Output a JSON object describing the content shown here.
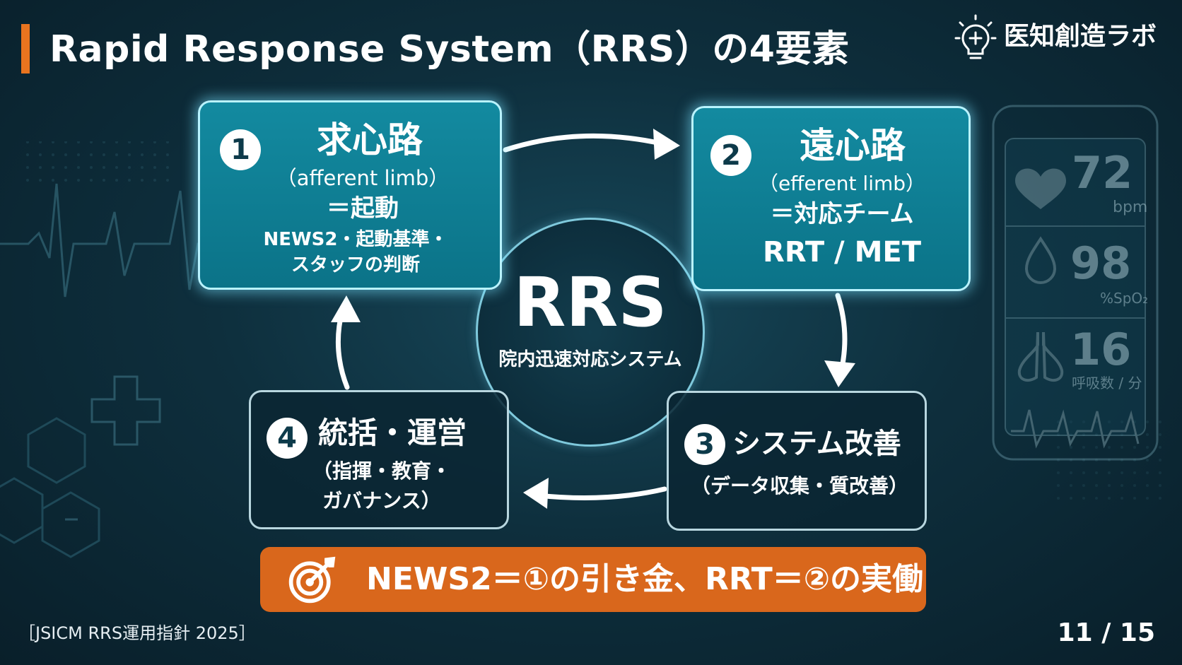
{
  "title": "Rapid Response System（RRS）の4要素",
  "brand": {
    "name": "医知創造ラボ",
    "icon": "lightbulb-cross-icon"
  },
  "center": {
    "abbr": "RRS",
    "label": "院内迅速対応システム"
  },
  "elements": [
    {
      "num": "1",
      "heading": "求心路",
      "sub": "（afferent limb）",
      "eq": "＝起動",
      "detail1": "NEWS2・起動基準・",
      "detail2": "スタッフの判断"
    },
    {
      "num": "2",
      "heading": "遠心路",
      "sub": "（efferent limb）",
      "eq": "＝対応チーム",
      "detail1": "RRT / MET"
    },
    {
      "num": "3",
      "heading": "システム改善",
      "sub": "（データ収集・質改善）"
    },
    {
      "num": "4",
      "heading": "統括・運営",
      "sub1": "（指揮・教育・",
      "sub2": "ガバナンス）"
    }
  ],
  "banner": {
    "icon": "target-icon",
    "text": "NEWS2＝①の引き金、RRT＝②の実働"
  },
  "monitor": {
    "hr_value": "72",
    "hr_unit": "bpm",
    "spo2_value": "98",
    "spo2_unit": "%SpO₂",
    "rr_value": "16",
    "rr_unit": "呼吸数 / 分"
  },
  "footer": {
    "source": "［JSICM RRS運用指針 2025］",
    "page": "11 / 15"
  },
  "colors": {
    "accent": "#e8741f",
    "banner": "#d9671c",
    "box_highlight": "#0f8098",
    "background": "#0e2f3d"
  }
}
